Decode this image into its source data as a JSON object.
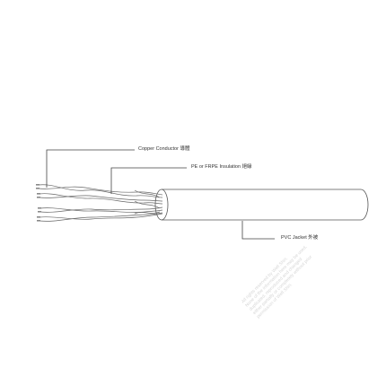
{
  "callouts": {
    "copper_conductor": "Copper Conductor 導體",
    "insulation": "PE or FRPE Insulation 絕緣",
    "jacket": "PVC Jacket 外被"
  },
  "watermark": {
    "lines": [
      "All rights reserved by Well Shin.",
      "None of the information here may be used,",
      "duplicated, reproduced and changed",
      "either partially or completely without prior",
      "permission of Well Shin."
    ]
  },
  "colors": {
    "outline": "#555555",
    "leader": "#444444",
    "watermark": "#d6d6d6"
  }
}
